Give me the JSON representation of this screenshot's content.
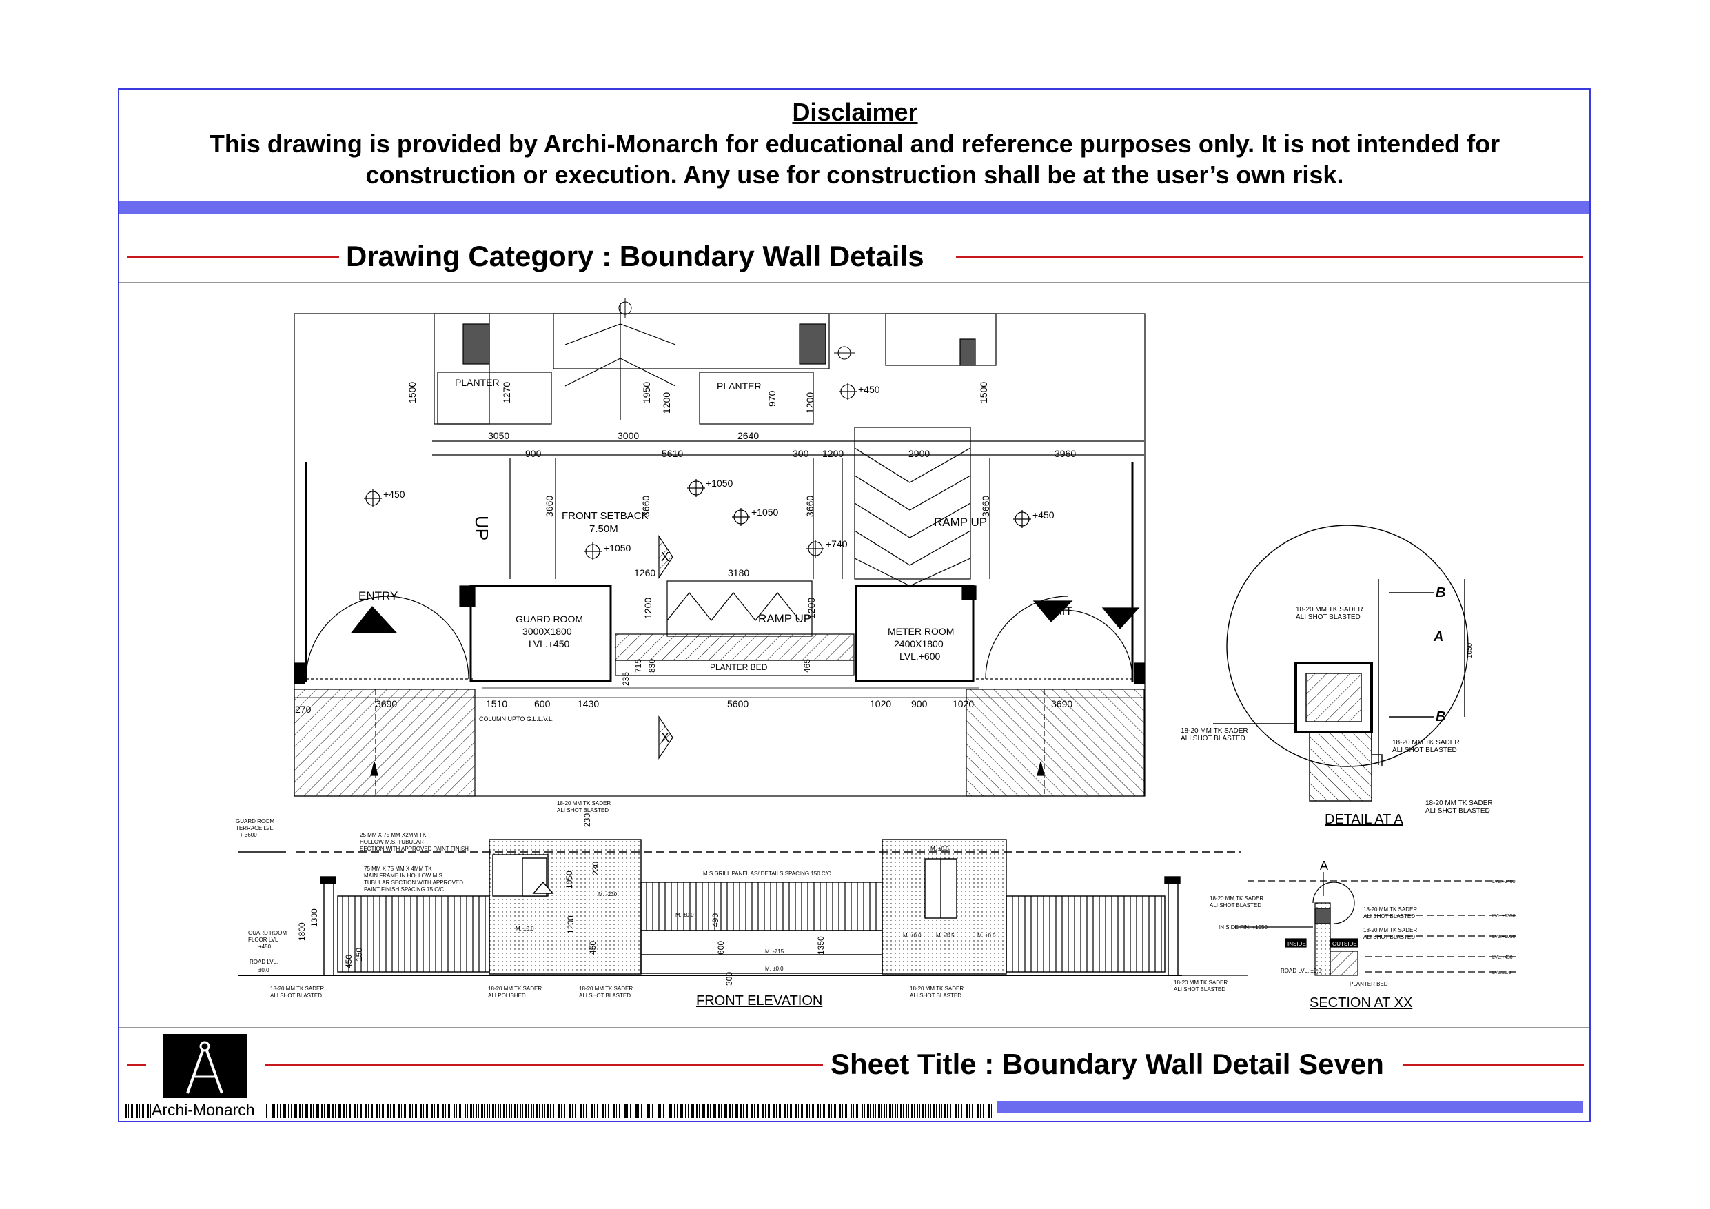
{
  "disclaimer": {
    "title": "Disclaimer",
    "line1": "This drawing is provided by Archi-Monarch for educational and reference purposes only. It is not intended for",
    "line2": "construction or execution. Any use for construction shall be at the user’s own risk."
  },
  "category": "Drawing Category : Boundary Wall Details",
  "sheet_title": "Sheet Title : Boundary Wall Detail Seven",
  "brand": "Archi-Monarch",
  "colors": {
    "frame": "#3a3adf",
    "band": "#6b6bf0",
    "rule": "#c8181d"
  },
  "icons": [
    "compass-logo-icon",
    "north-arrow-icon",
    "section-marker-icon",
    "level-marker-icon"
  ],
  "plan": {
    "dims_top": [
      "3050",
      "3000",
      "2640"
    ],
    "dims_mid": [
      "900",
      "5610",
      "300",
      "1200",
      "2900",
      "3960"
    ],
    "dims_bottom": [
      "270",
      "3690",
      "1510",
      "600",
      "1430",
      "5600",
      "1020",
      "900",
      "1020",
      "3690"
    ],
    "vertical_dims": [
      "1500",
      "1270",
      "1950",
      "1200",
      "970",
      "1200",
      "1500",
      "3660",
      "3660",
      "3660",
      "3660",
      "1200",
      "1200",
      "715",
      "830",
      "235",
      "465"
    ],
    "levels": [
      "+450",
      "+1050",
      "+1050",
      "+1050",
      "+740",
      "+450",
      "+450"
    ],
    "labels": {
      "planter_left": "PLANTER",
      "planter_right": "PLANTER",
      "up": "UP",
      "setback": "FRONT SETBACK",
      "setback_value": "7.50M",
      "ramp_up_right": "RAMP UP",
      "ramp_up_mid": "RAMP UP",
      "entry": "ENTRY",
      "exit": "EXIT",
      "guard_room": "GUARD ROOM",
      "guard_size": "3000X1800",
      "guard_lvl": "LVL.+450",
      "meter_room": "METER ROOM",
      "meter_size": "2400X1800",
      "meter_lvl": "LVL.+600",
      "planter_bed": "PLANTER BED",
      "column_note": "COLUMN UPTO G.L.L.V.L.",
      "dim_1260": "1260",
      "dim_3180": "3180",
      "section_mark": "X"
    }
  },
  "detail_a": {
    "title": "DETAIL AT A",
    "mark_a": "A",
    "mark_b": "B",
    "dim": "1050",
    "note1": "18-20 MM TK SADER",
    "note1b": "ALI SHOT BLASTED"
  },
  "elevation": {
    "title": "FRONT ELEVATION",
    "guard_terrace": "GUARD ROOM",
    "guard_terrace2": "TERRACE LVL.",
    "guard_terrace3": "+ 3600",
    "note_tubular1": "25 MM X 75 MM X2MM TK",
    "note_tubular2": "HOLLOW M.S. TUBULAR",
    "note_tubular3": "SECTION WITH APPROVED PAINT FINISH",
    "note_frame1": "75 MM X 75 MM X 4MM TK",
    "note_frame2": "MAIN FRAME IN HOLLOW M.S",
    "note_frame3": "TUBULAR SECTION WITH APPROVED",
    "note_frame4": "PAINT FINISH SPACING 75 C/C",
    "note_grill": "M.S.GRILL PANEL AS/ DETAILS SPACING 150 C/C",
    "note_sader_top": "18-20 MM TK SADER",
    "note_sader_top2": "ALI SHOT BLASTED",
    "note_sader_a": "18-20 MM TK SADER",
    "note_sader_a2": "ALI SHOT BLASTED",
    "note_sader_b": "18-20 MM TK SADER",
    "note_sader_b2": "ALI POLISHED",
    "note_sader_c": "18-20 MM TK SADER",
    "note_sader_c2": "ALI SHOT BLASTED",
    "note_sader_d": "18-20 MM TK SADER",
    "note_sader_d2": "ALI SHOT BLASTED",
    "dims": [
      "230",
      "1050",
      "230",
      "1200",
      "450",
      "490",
      "600",
      "1350",
      "300",
      "1800",
      "1300",
      "450",
      "150"
    ],
    "levels": [
      "M. ±0.0",
      "M. -230",
      "M. ±0.0",
      "M. -715",
      "M. ±0.0",
      "M. ±0.0",
      "M. -115",
      "M. ±0.0",
      "M. ±0.0"
    ],
    "guard_floor": "GUARD ROOM",
    "guard_floor2": "FLOOR LVL",
    "guard_floor3": "+450",
    "road_lvl": "ROAD LVL.",
    "road_lvl2": "±0.0"
  },
  "section_xx": {
    "title": "SECTION AT XX",
    "mark": "A",
    "notes": [
      "18-20 MM TK SADER",
      "ALI SHOT BLASTED",
      "18-20 MM TK SADER",
      "ALI SHOT BLASTED",
      "18-20 MM TK SADER",
      "ALI SHOT BLASTED",
      "18-20 MM TK SADER",
      "ALI SHOT BLASTED"
    ],
    "fin_lvl": "IN SIDE FIN. +1050",
    "inside": "INSIDE",
    "outside": "OUTSIDE",
    "road": "ROAD LVL. ±0.0",
    "planter_bed": "PLANTER BED",
    "lvls": [
      "LVL.+2400",
      "LVL.+1350",
      "LVL.+1050",
      "LVL.+450",
      "LVL.±0.0"
    ]
  }
}
